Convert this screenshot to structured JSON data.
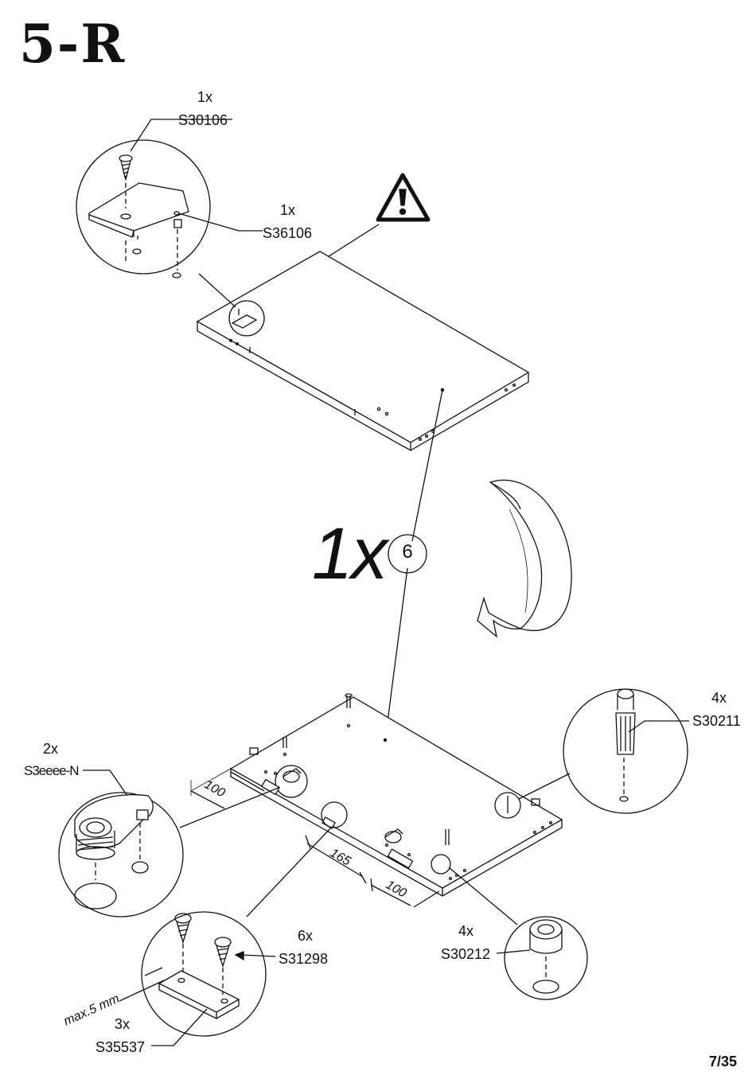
{
  "header": {
    "step": "5-R"
  },
  "footer": {
    "page": "7/35"
  },
  "panel": {
    "quantity": "1x",
    "number": "6"
  },
  "parts": {
    "top_screw": {
      "qty": "1x",
      "code": "S30106"
    },
    "top_bracket": {
      "qty": "1x",
      "code": "S36106"
    },
    "cam_lock": {
      "qty": "2x",
      "code": "S3eeee-N"
    },
    "dowel": {
      "qty": "4x",
      "code": "S30211"
    },
    "cam_housing": {
      "qty": "4x",
      "code": "S30212"
    },
    "screw_small": {
      "qty": "6x",
      "code": "S31298"
    },
    "plate": {
      "qty": "3x",
      "code": "S35537"
    }
  },
  "dimensions": {
    "d1": "100",
    "d2": "165",
    "d3": "100",
    "gap": "max.5 mm"
  },
  "icons": [
    "warning-icon",
    "flip-arrow-icon"
  ]
}
